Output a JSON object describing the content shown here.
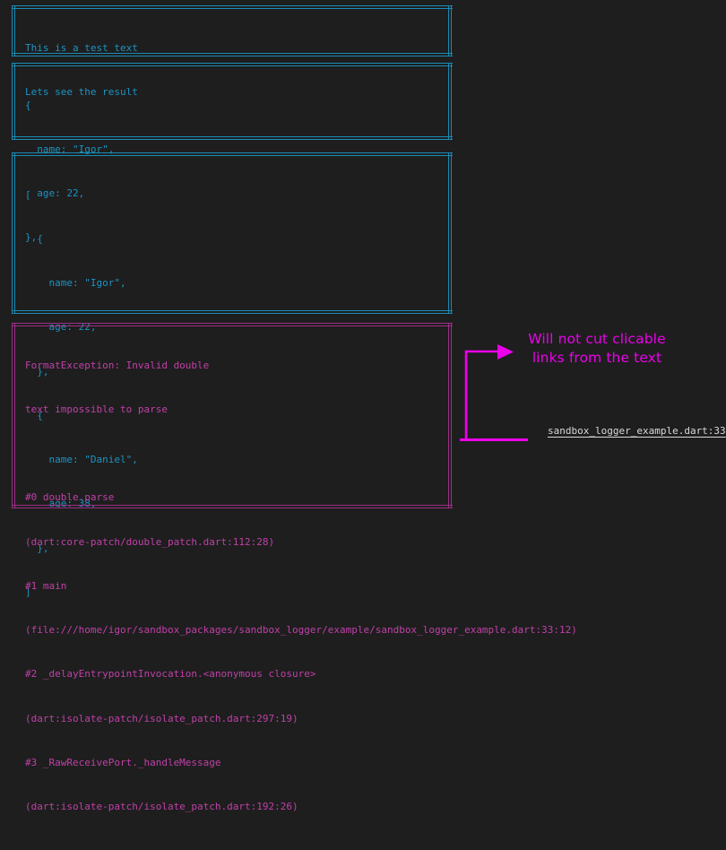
{
  "app": {
    "type": "terminal-console-output",
    "background_color": "#1e1e1e"
  },
  "colors": {
    "info_border": "#1a8bb5",
    "info_text": "#1c94c4",
    "error_border": "#9c2f86",
    "error_text": "#c040a8",
    "annotation": "#ec00ec",
    "link": "#d8d8d8"
  },
  "log_boxes": [
    {
      "id": "text-log",
      "level": "info",
      "lines": [
        "This is a test text",
        "Lets see the result"
      ]
    },
    {
      "id": "object-log",
      "level": "info",
      "lines": [
        "{",
        "  name: \"Igor\",",
        "  age: 22,",
        "},"
      ]
    },
    {
      "id": "array-log",
      "level": "info",
      "lines": [
        "[",
        "  {",
        "    name: \"Igor\",",
        "    age: 22,",
        "  },",
        "  {",
        "    name: \"Daniel\",",
        "    age: 38,",
        "  },",
        "]"
      ]
    },
    {
      "id": "error-log",
      "level": "error",
      "lines": [
        "FormatException: Invalid double",
        "text impossible to parse",
        "",
        "#0 double.parse",
        "(dart:core-patch/double_patch.dart:112:28)",
        "#1 main"
      ],
      "overflow_line": "(file:///home/igor/sandbox_packages/sandbox_logger/example/sandbox_logger_example.dart:33:12)",
      "lines_after": [
        "#2 _delayEntrypointInvocation.<anonymous closure>",
        "(dart:isolate-patch/isolate_patch.dart:297:19)",
        "#3 _RawReceivePort._handleMessage",
        "(dart:isolate-patch/isolate_patch.dart:192:26)"
      ]
    }
  ],
  "annotation": {
    "text": "Will not cut clicable\nlinks from the text"
  },
  "link_reference": {
    "label": "sandbox_logger_example.dart:33"
  }
}
